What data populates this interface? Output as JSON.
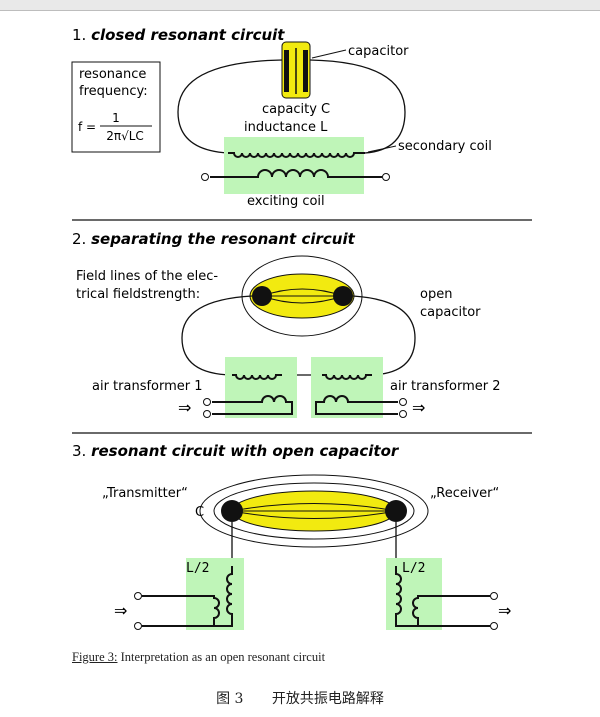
{
  "sections": [
    {
      "number": "1.",
      "title": "closed resonant circuit"
    },
    {
      "number": "2.",
      "title": "separating the resonant circuit"
    },
    {
      "number": "3.",
      "title": "resonant circuit with open capacitor"
    }
  ],
  "panel1": {
    "resonance_label_1": "resonance",
    "resonance_label_2": "frequency:",
    "formula_f": "f =",
    "formula_num": "1",
    "formula_den": "2π√LC",
    "capacitor": "capacitor",
    "capacity": "capacity C",
    "inductance": "inductance L",
    "secondary_coil": "secondary coil",
    "exciting_coil": "exciting coil"
  },
  "panel2": {
    "field_lines_1": "Field lines of the elec-",
    "field_lines_2": "trical fieldstrength:",
    "open_1": "open",
    "open_2": "capacitor",
    "air_transformer_1": "air transformer 1",
    "air_transformer_2": "air transformer 2"
  },
  "panel3": {
    "transmitter": "„Transmitter“",
    "receiver": "„Receiver“",
    "c_label": "C",
    "l_left": "L/2",
    "l_right": "L/2"
  },
  "caption": {
    "figure": "Figure 3:",
    "text": " Interpretation as an open resonant circuit"
  },
  "cn_caption": {
    "fig": "图 3",
    "text": "开放共振电路解释"
  },
  "colors": {
    "green": "#bff5b8",
    "yellow": "#f2ea10",
    "ink": "#111111"
  }
}
